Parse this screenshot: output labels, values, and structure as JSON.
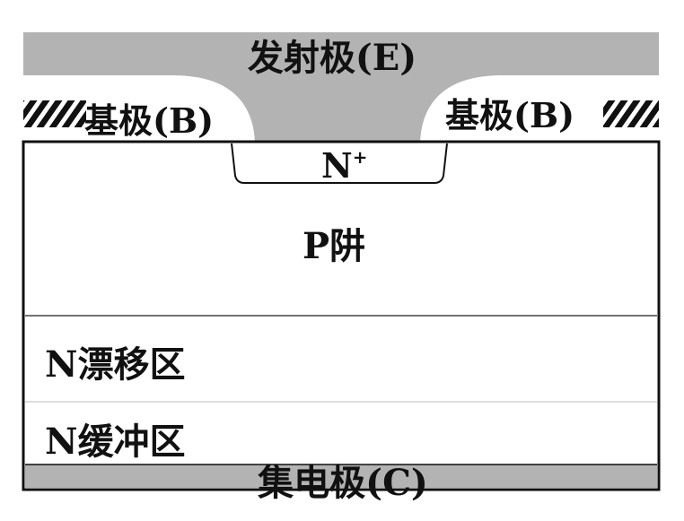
{
  "structure": {
    "emitter_label": "发射极(E)",
    "base_left_label": "基极(B)",
    "base_right_label": "基极(B)",
    "n_plus_label": "N",
    "n_plus_superscript": "+",
    "p_well_label": "P阱",
    "n_drift_label": "N漂移区",
    "n_buffer_label": "N缓冲区",
    "collector_label": "集电极(C)"
  },
  "colors": {
    "metal_gray": "#b3b3b3",
    "outline": "#111111",
    "region_fill": "#ffffff",
    "layer_divider": "#444444"
  }
}
